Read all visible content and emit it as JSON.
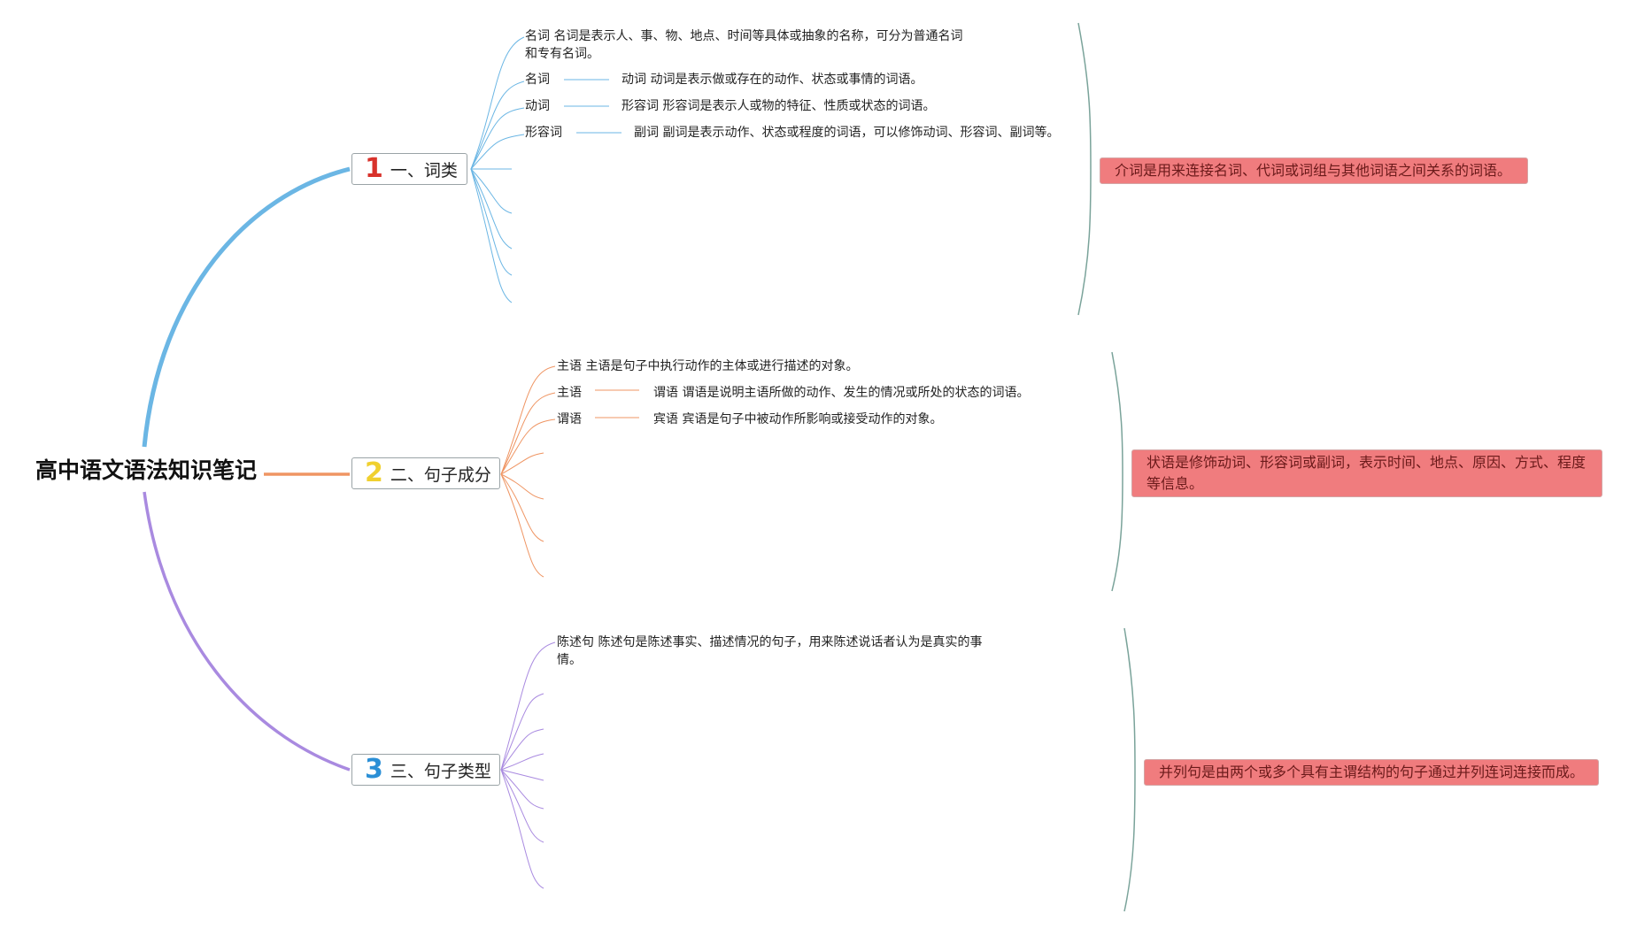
{
  "title": "高中语文语法知识笔记",
  "colors": {
    "branch1": "#6bb6e4",
    "branch2": "#ef9563",
    "branch3": "#a98ae0",
    "brace": "#7aa39a",
    "callout_bg": "#f07c7e"
  },
  "branches": [
    {
      "number": "1",
      "label": "一、词类",
      "leaves": {
        "first": "名词 名词是表示人、事、物、地点、时间等具体或抽象的名称，可分为普通名词和专有名词。",
        "pairs": [
          {
            "left": "名词",
            "right": "动词 动词是表示做或存在的动作、状态或事情的词语。"
          },
          {
            "left": "动词",
            "right": "形容词 形容词是表示人或物的特征、性质或状态的词语。"
          },
          {
            "left": "形容词",
            "right": "副词 副词是表示动作、状态或程度的词语，可以修饰动词、形容词、副词等。"
          }
        ]
      },
      "callout": "介词是用来连接名词、代词或词组与其他词语之间关系的词语。"
    },
    {
      "number": "2",
      "label": "二、句子成分",
      "leaves": {
        "first": "主语 主语是句子中执行动作的主体或进行描述的对象。",
        "pairs": [
          {
            "left": "主语",
            "right": "谓语 谓语是说明主语所做的动作、发生的情况或所处的状态的词语。"
          },
          {
            "left": "谓语",
            "right": "宾语 宾语是句子中被动作所影响或接受动作的对象。"
          }
        ]
      },
      "callout": "状语是修饰动词、形容词或副词，表示时间、地点、原因、方式、程度等信息。"
    },
    {
      "number": "3",
      "label": "三、句子类型",
      "leaves": {
        "first": "陈述句 陈述句是陈述事实、描述情况的句子，用来陈述说话者认为是真实的事情。",
        "pairs": []
      },
      "callout": "并列句是由两个或多个具有主谓结构的句子通过并列连词连接而成。"
    }
  ]
}
